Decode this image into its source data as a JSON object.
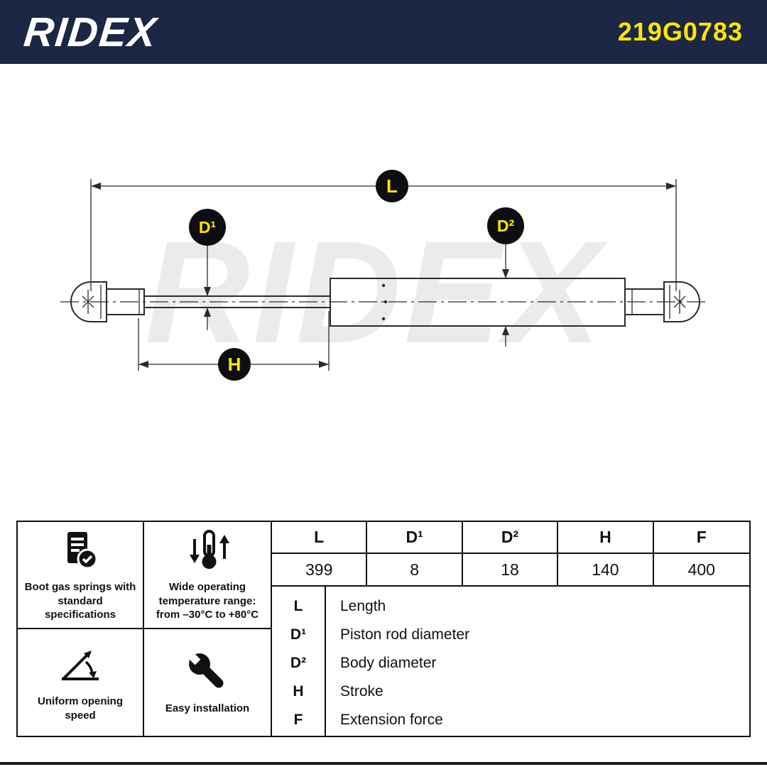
{
  "header": {
    "brand": "RIDEX",
    "part_number": "219G0783"
  },
  "colors": {
    "header_bg": "#1c2645",
    "accent_yellow": "#ffe600",
    "drawing_line": "#2b2b2b",
    "watermark_gray": "#ebebeb",
    "border_black": "#111111"
  },
  "diagram": {
    "watermark": "RIDEX",
    "labels": {
      "length": "L",
      "piston_rod_diameter": "D¹",
      "body_diameter": "D²",
      "stroke": "H"
    }
  },
  "features": [
    {
      "icon": "document-check-icon",
      "caption": "Boot gas springs with standard specifications"
    },
    {
      "icon": "thermometer-range-icon",
      "caption": "Wide operating temperature range: from –30°C to +80°C"
    },
    {
      "icon": "opening-angle-icon",
      "caption": "Uniform opening speed"
    },
    {
      "icon": "wrench-icon",
      "caption": "Easy installation"
    }
  ],
  "spec_table": {
    "headers": [
      "L",
      "D¹",
      "D²",
      "H",
      "F"
    ],
    "values": [
      "399",
      "8",
      "18",
      "140",
      "400"
    ]
  },
  "legend": [
    {
      "symbol": "L",
      "description": "Length"
    },
    {
      "symbol": "D¹",
      "description": "Piston rod diameter"
    },
    {
      "symbol": "D²",
      "description": "Body diameter"
    },
    {
      "symbol": "H",
      "description": "Stroke"
    },
    {
      "symbol": "F",
      "description": "Extension force"
    }
  ]
}
